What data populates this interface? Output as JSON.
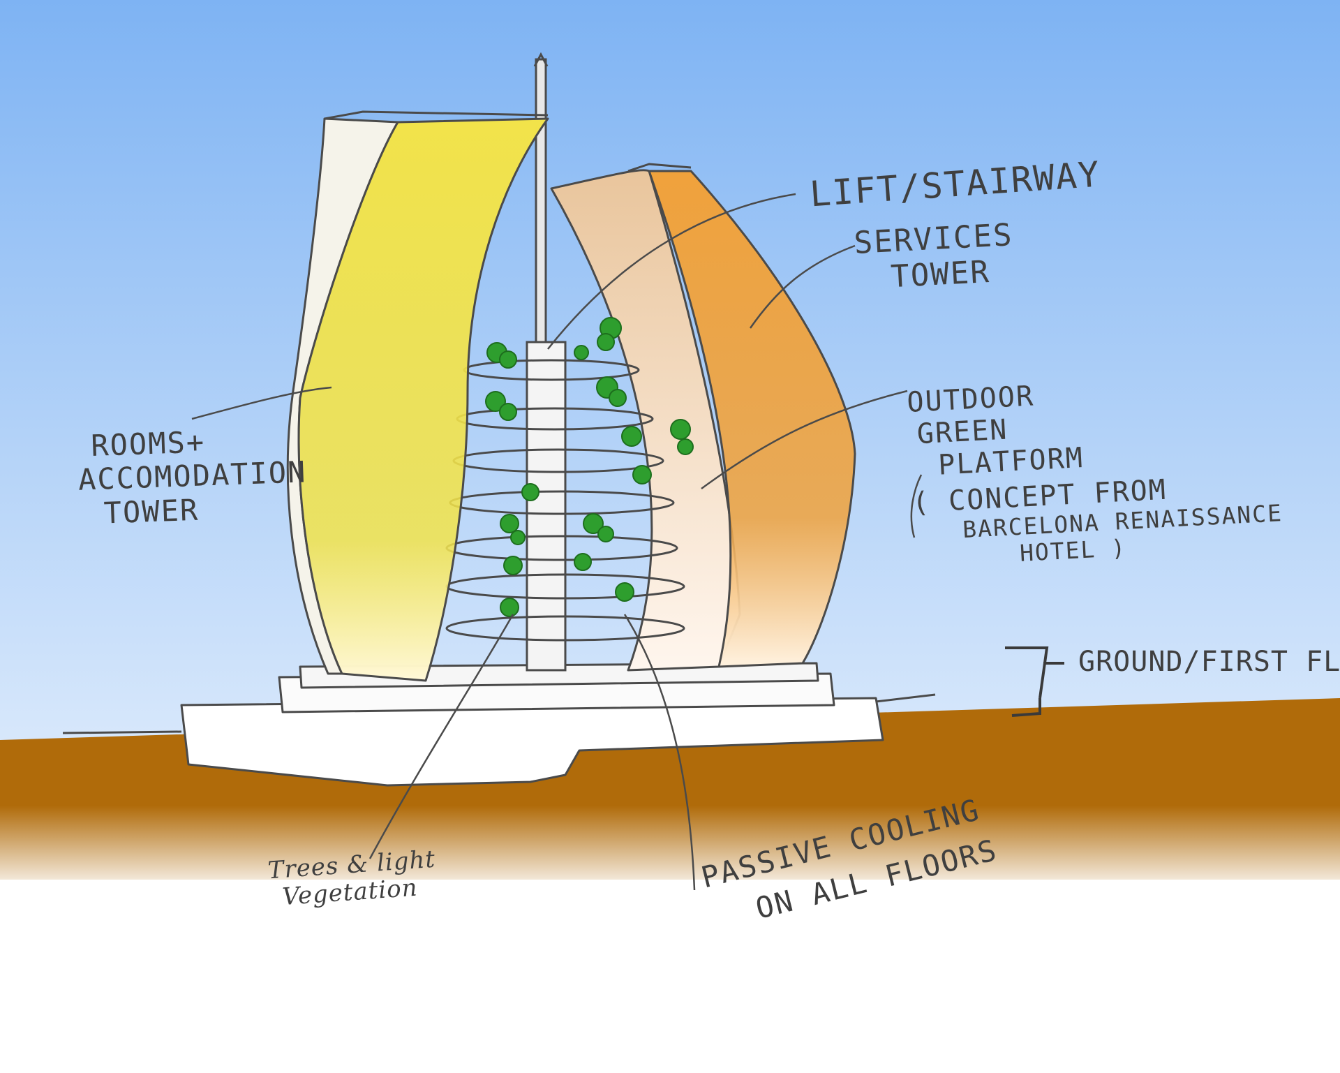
{
  "colors": {
    "sky_top": "#7eb3f3",
    "sky_bottom": "#ffffff",
    "ground": "#b06b0a",
    "yellow_tower": "#f2e34a",
    "orange_tower": "#f0a23c",
    "vegetation": "#2e9e2e",
    "pencil": "#4a4a4a"
  },
  "labels": {
    "lift_stairway": "LIFT/STAIRWAY",
    "services_line1": "SERVICES",
    "services_line2": "TOWER",
    "rooms_line1": "ROOMS+",
    "rooms_line2": "ACCOMODATION",
    "rooms_line3": "TOWER",
    "outdoor_line1": "OUTDOOR",
    "outdoor_line2": "GREEN",
    "outdoor_line3": "PLATFORM",
    "outdoor_line4": "( CONCEPT FROM",
    "outdoor_line5": "BARCELONA RENAISSANCE",
    "outdoor_line6": "HOTEL )",
    "ground_first": "GROUND/FIRST FLR",
    "trees_line1": "Trees & light",
    "trees_line2": "Vegetation",
    "passive_line1": "PASSIVE COOLING",
    "passive_line2": "ON ALL FLOORS"
  }
}
